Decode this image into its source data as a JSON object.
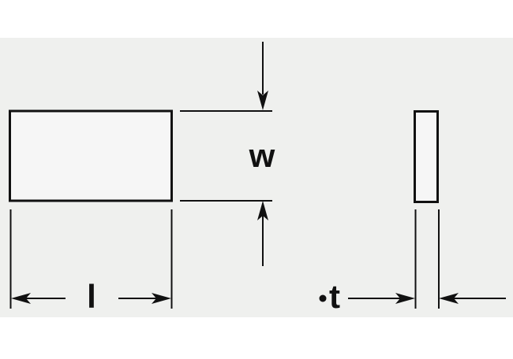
{
  "colors": {
    "page_background": "#ffffff",
    "canvas_background": "#eff0ee",
    "shape_fill": "#f6f6f6",
    "line": "#111111"
  },
  "diagram": {
    "width_label": "w",
    "length_label": "l",
    "thickness_label": "t",
    "thickness_bullet": "•"
  }
}
